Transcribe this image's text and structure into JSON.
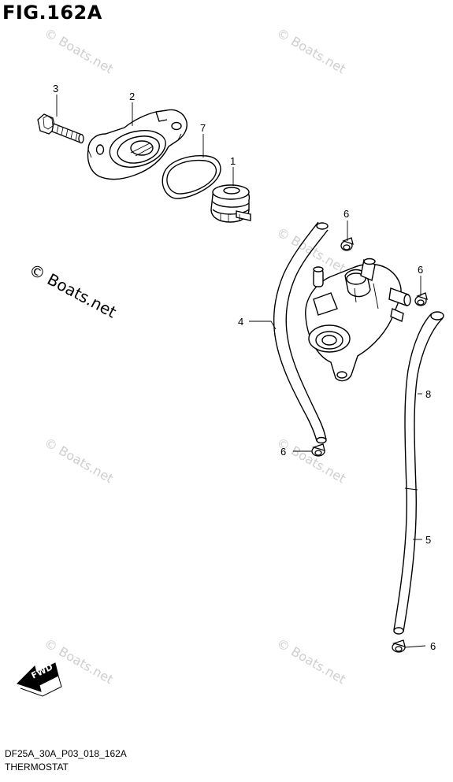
{
  "figure": {
    "title": "FIG.162A",
    "code": "DF25A_30A_P03_018_162A",
    "name": "THERMOSTAT"
  },
  "watermark": {
    "main": "© Boats.net",
    "faint": "© Boats.net"
  },
  "fwd_label": "FWD",
  "callouts": [
    {
      "id": "c3",
      "label": "3"
    },
    {
      "id": "c2",
      "label": "2"
    },
    {
      "id": "c7",
      "label": "7"
    },
    {
      "id": "c1",
      "label": "1"
    },
    {
      "id": "c6a",
      "label": "6"
    },
    {
      "id": "c6b",
      "label": "6"
    },
    {
      "id": "c4",
      "label": "4"
    },
    {
      "id": "c8",
      "label": "8"
    },
    {
      "id": "c6c",
      "label": "6"
    },
    {
      "id": "c5",
      "label": "5"
    },
    {
      "id": "c6d",
      "label": "6"
    }
  ],
  "colors": {
    "line": "#000000",
    "watermark": "#cfcfcf",
    "background": "#ffffff"
  }
}
